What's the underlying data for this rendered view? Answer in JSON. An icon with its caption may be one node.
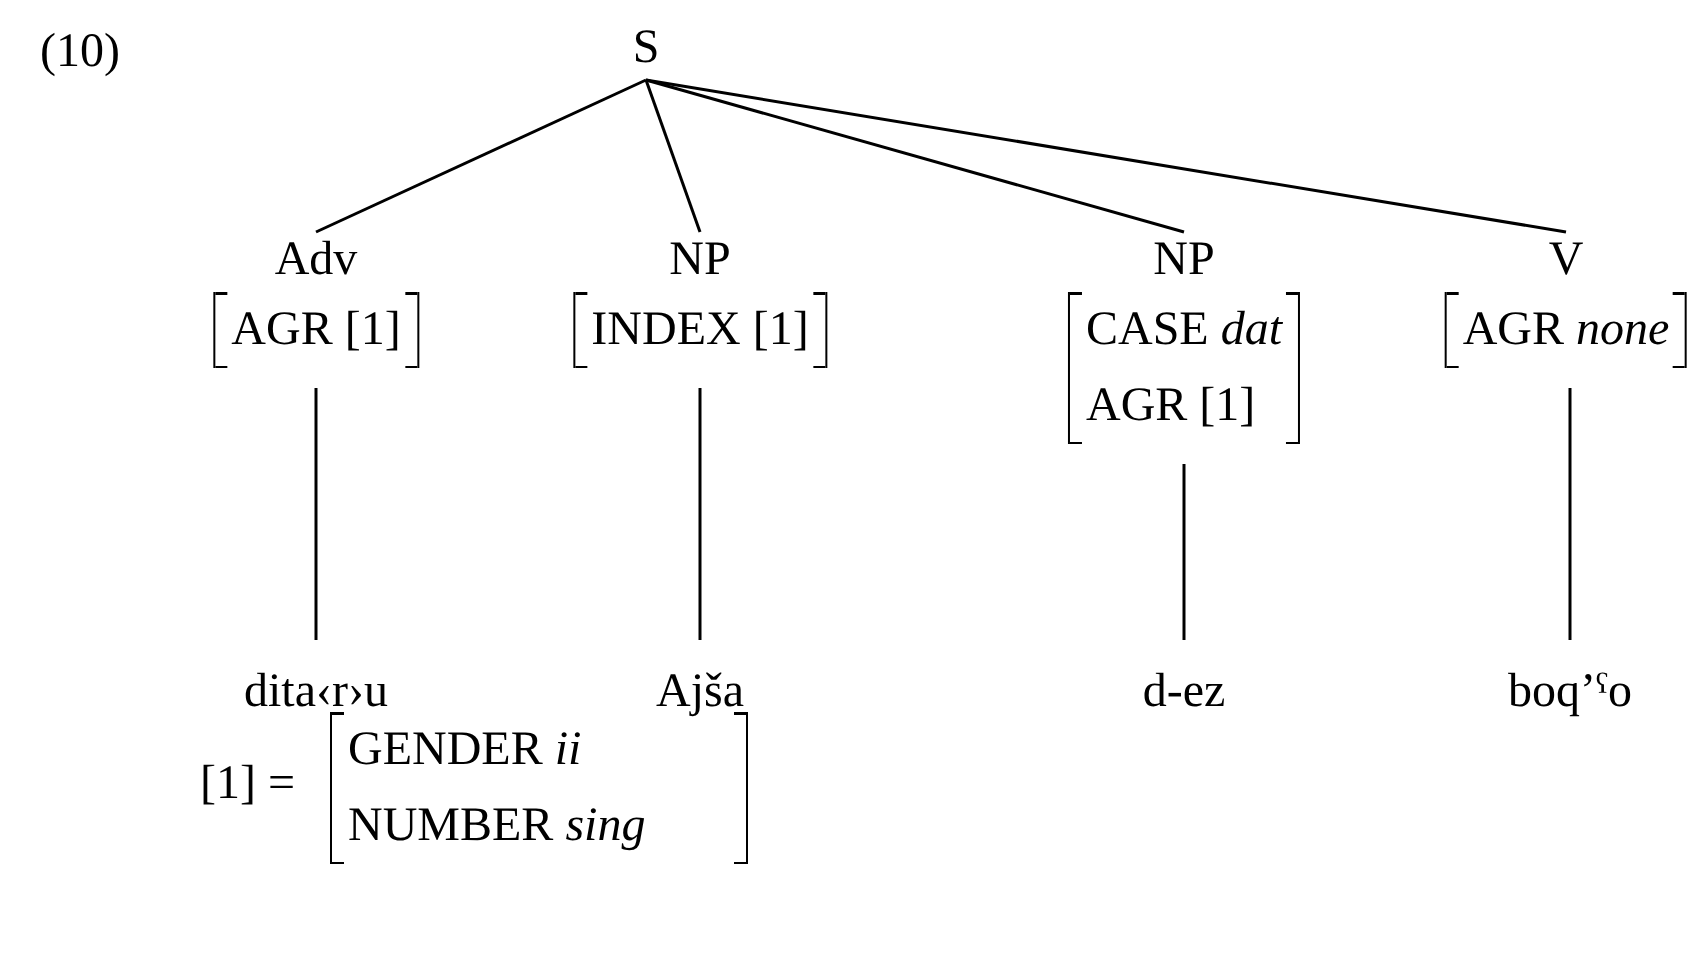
{
  "diagram": {
    "nodes": [
      {
        "text": [
          "S"
        ]
      },
      {
        "text": [
          "Adv",
          "AGR [1]"
        ]
      },
      {
        "text": [
          "NP",
          "INDEX [1]"
        ]
      },
      {
        "text": [
          "NP",
          "CASE *dat*",
          "AGR [1]"
        ]
      },
      {
        "text": [
          "V",
          "AGR *none*"
        ]
      },
      {
        "text": [
          "dita‹r›u"
        ]
      },
      {
        "text": [
          "Ajša"
        ]
      },
      {
        "text": [
          "d-ez"
        ]
      },
      {
        "text": [
          "boq’ˤo"
        ]
      }
    ],
    "edges": [
      {
        "from": 0,
        "to": 1,
        "arrow": "none"
      },
      {
        "from": 0,
        "to": 2,
        "arrow": "none"
      },
      {
        "from": 0,
        "to": 3,
        "arrow": "none"
      },
      {
        "from": 0,
        "to": 4,
        "arrow": "none"
      },
      {
        "from": 1,
        "to": 5,
        "arrow": "none"
      },
      {
        "from": 2,
        "to": 6,
        "arrow": "none"
      },
      {
        "from": 3,
        "to": 7,
        "arrow": "none"
      },
      {
        "from": 4,
        "to": 8,
        "arrow": "none"
      }
    ],
    "labels": [
      "(10)",
      "[1] =",
      "GENDER *ii*",
      "NUMBER *sing*"
    ]
  }
}
